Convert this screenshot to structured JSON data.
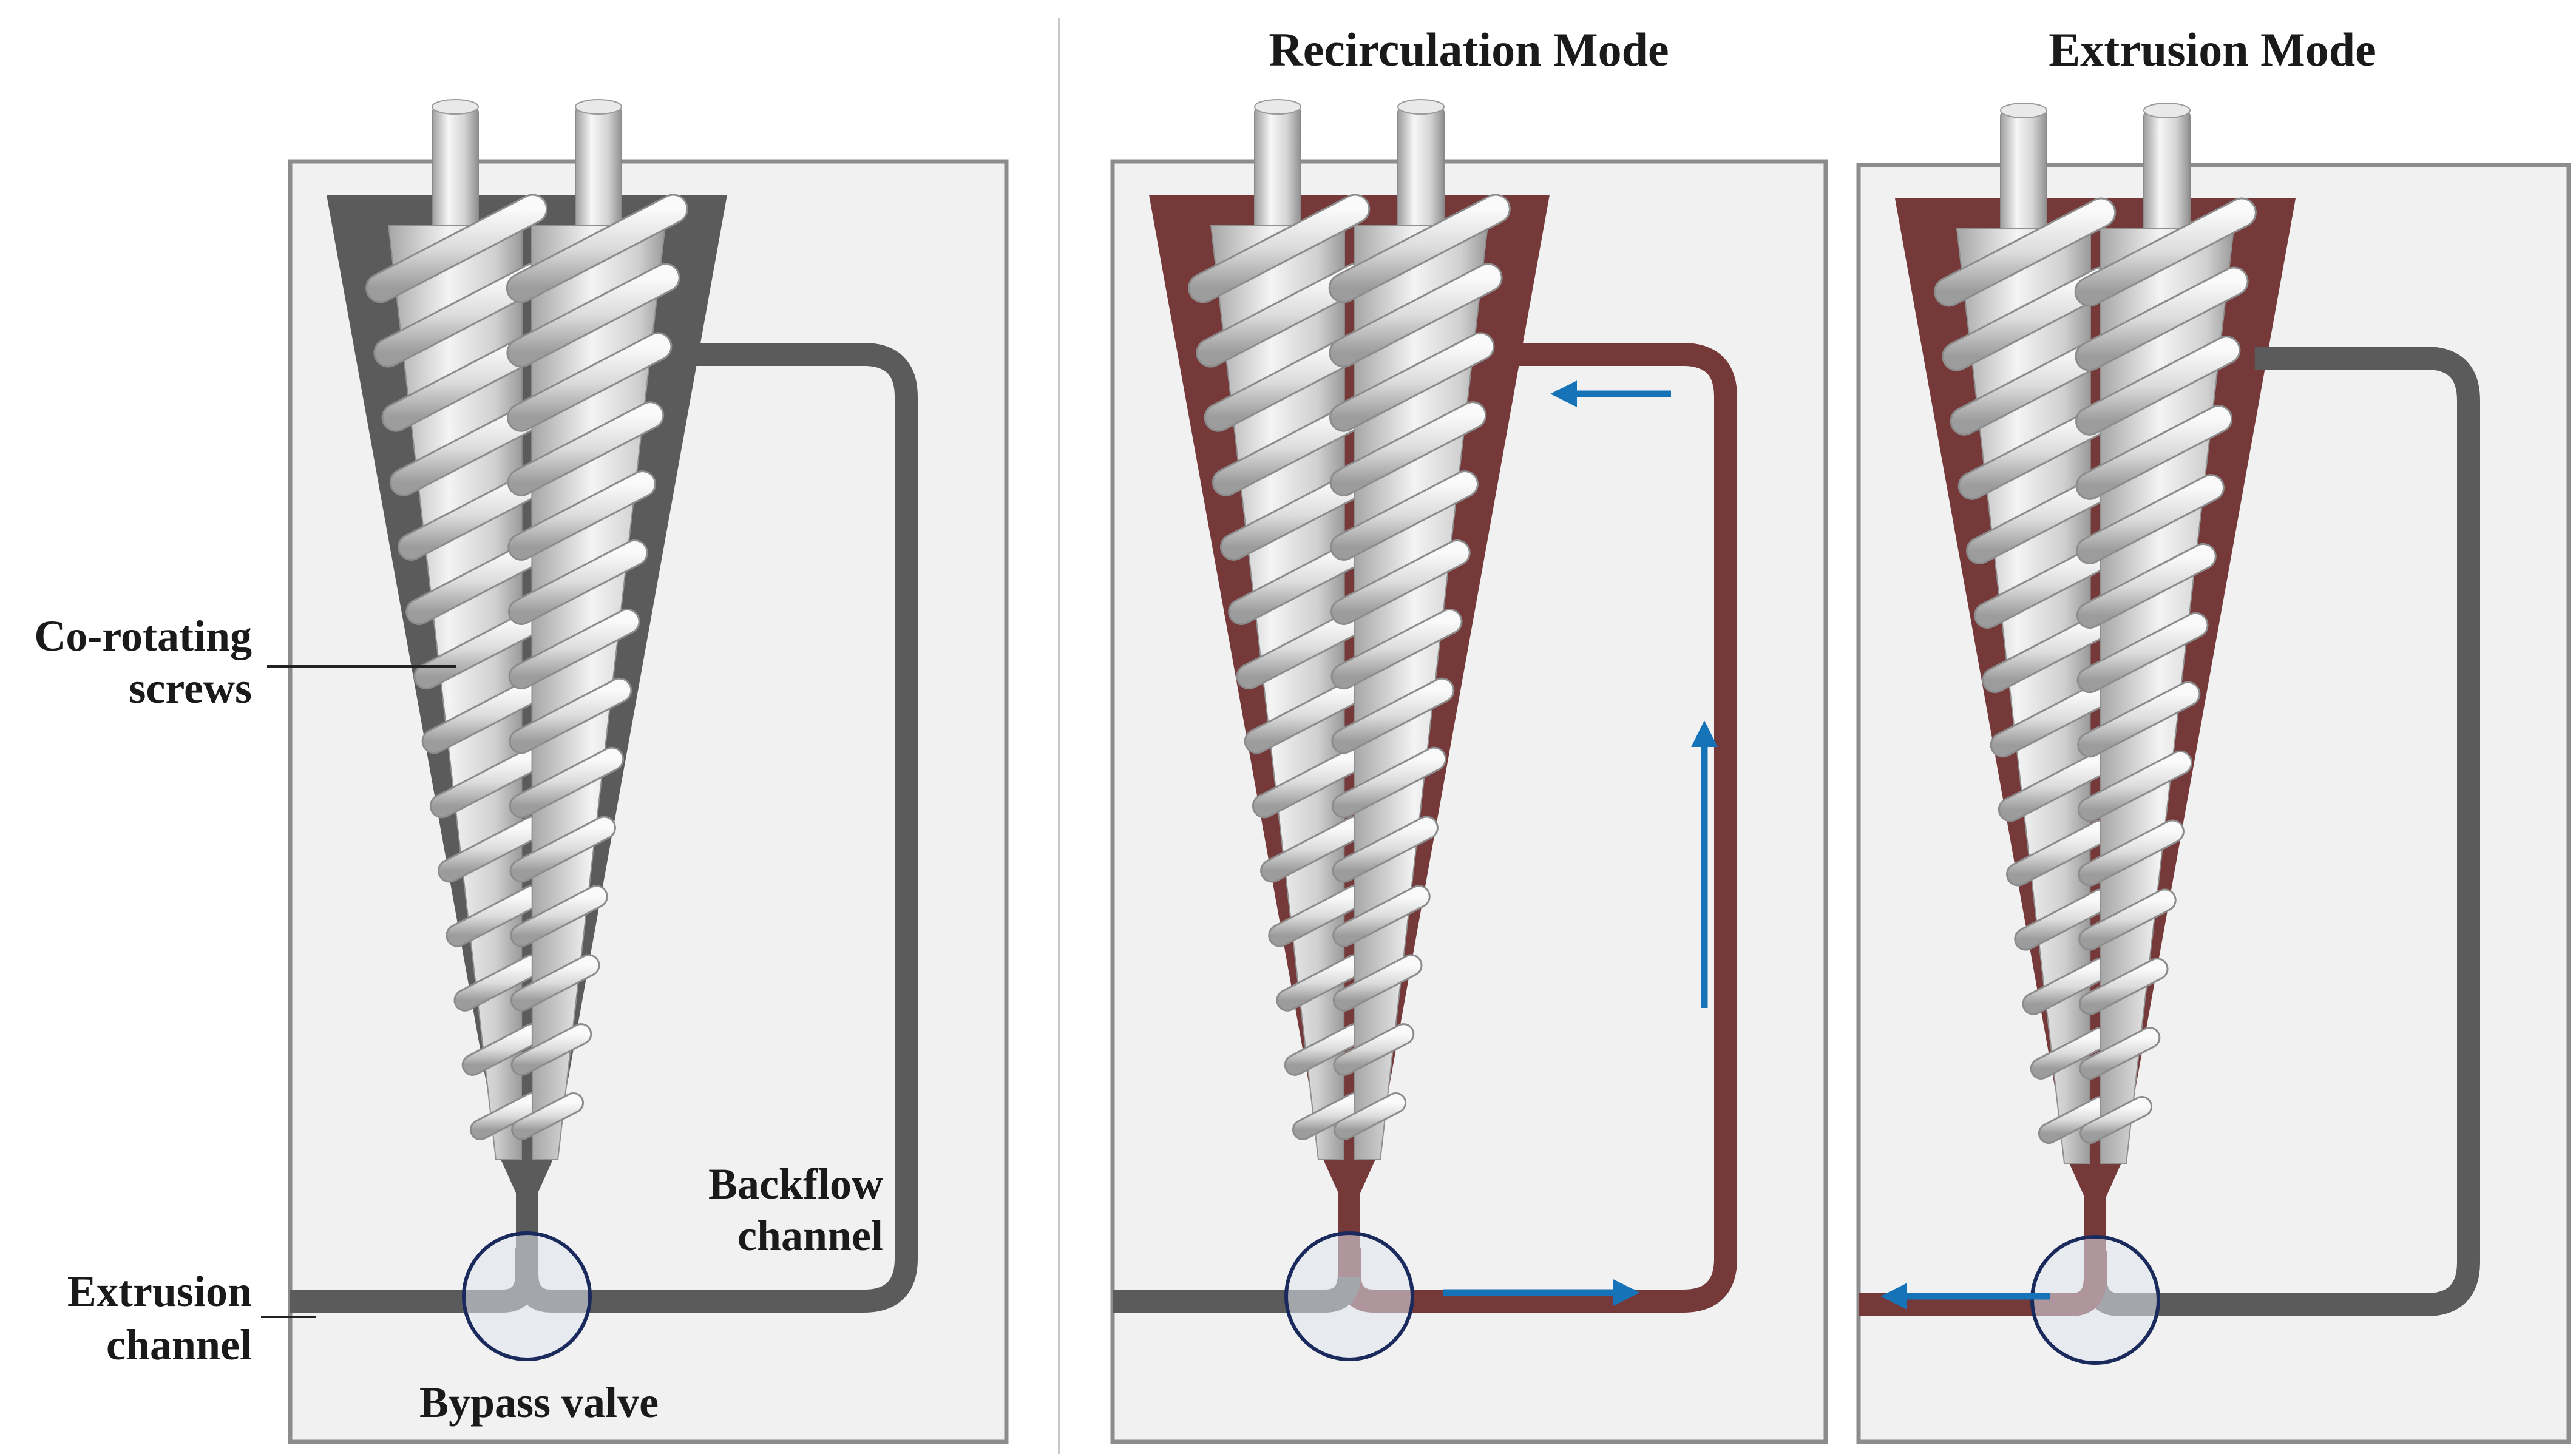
{
  "labels": {
    "recirculation_title": "Recirculation Mode",
    "extrusion_title": "Extrusion Mode",
    "co_rotating_line1": "Co-rotating",
    "co_rotating_line2": "screws",
    "backflow_line1": "Backflow",
    "backflow_line2": "channel",
    "extrusion_line1": "Extrusion",
    "extrusion_line2": "channel",
    "bypass_valve": "Bypass valve"
  },
  "colors": {
    "panel_fill": "#f1f1f1",
    "panel_border": "#8c8c8c",
    "channel_gray": "#5b5b5b",
    "melt_red": "#75393a",
    "valve_fill": "#dfe4ec",
    "valve_stroke": "#1b2a5c",
    "arrow_blue": "#1673b8",
    "divider": "#c8c8c8"
  },
  "panels": [
    {
      "id": "overview",
      "material": "gray",
      "flow": "none"
    },
    {
      "id": "recirculation",
      "material": "red",
      "flow": "recirculation"
    },
    {
      "id": "extrusion",
      "material": "red",
      "flow": "extrusion"
    }
  ]
}
